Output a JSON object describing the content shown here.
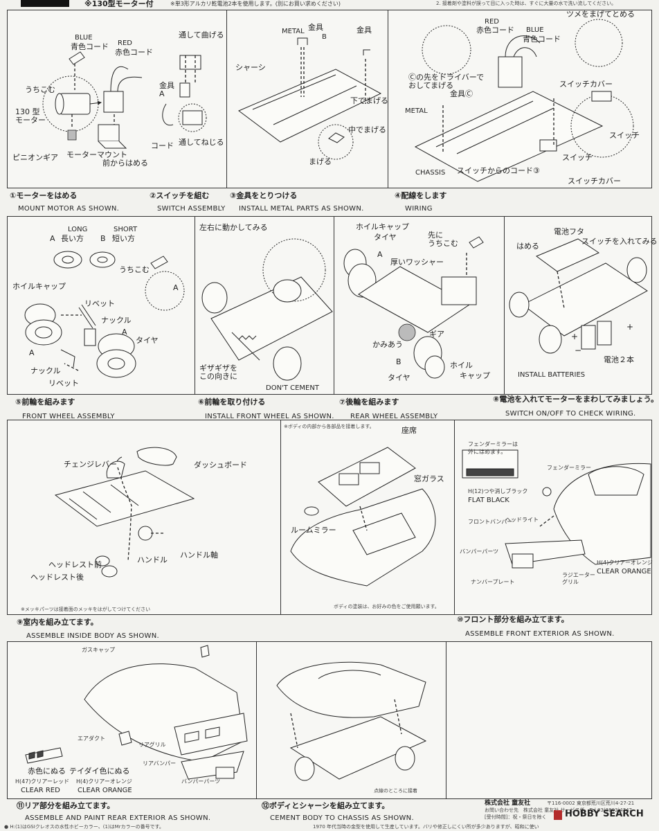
{
  "header": {
    "title": "※130型モーター付",
    "note": "※単3形アルカリ乾電池2本を使用します。(別にお買い求めください)",
    "right_note": "2. 接着剤や塗料が誤って目に入った時は、すぐに大量の水で洗い流してください。"
  },
  "steps": {
    "s1": {
      "jp": "①モーターをはめる",
      "en": "MOUNT MOTOR AS SHOWN."
    },
    "s2": {
      "jp": "②スイッチを組む",
      "en": "SWITCH ASSEMBLY"
    },
    "s3": {
      "jp": "③金具をとりつける",
      "en": "INSTALL METAL PARTS AS SHOWN."
    },
    "s4": {
      "jp": "④配線をします",
      "en": "WIRING"
    },
    "s5": {
      "jp": "⑤前輪を組みます",
      "en": "FRONT WHEEL ASSEMBLY"
    },
    "s6": {
      "jp": "⑥前輪を取り付ける",
      "en": "INSTALL FRONT WHEEL AS SHOWN."
    },
    "s7": {
      "jp": "⑦後輪を組みます",
      "en": "REAR WHEEL ASSEMBLY"
    },
    "s8": {
      "jp": "⑧電池を入れてモーターをまわしてみましょう。",
      "en": "SWITCH ON/OFF TO CHECK WIRING."
    },
    "s9": {
      "jp": "⑨室内を組み立てます。",
      "en": "ASSEMBLE INSIDE BODY AS SHOWN."
    },
    "s10": {
      "jp": "⑩フロント部分を組み立てます。",
      "en": "ASSEMBLE FRONT EXTERIOR AS SHOWN."
    },
    "s11": {
      "jp": "⑪リア部分を組み立てます。",
      "en": "ASSEMBLE AND PAINT REAR EXTERIOR AS SHOWN."
    },
    "s12": {
      "jp": "⑫ボディとシャーシを組み立てます。",
      "en": "CEMENT BODY TO CHASSIS AS SHOWN."
    }
  },
  "labels": {
    "p1": {
      "blue": "BLUE",
      "blue_jp": "青色コード",
      "red": "RED",
      "red_jp": "赤色コード",
      "uchikomu": "うちこむ",
      "motor": "130 型\nモーター",
      "pinion": "ピニオンギア",
      "mount": "モーターマウント",
      "mount2": "前からはめる"
    },
    "p2": {
      "bend": "通して曲げる",
      "kanagu_a": "金具\nA",
      "code": "コード",
      "twist": "通してねじる"
    },
    "p3": {
      "metal": "METAL",
      "kanagu": "金具",
      "b": "B",
      "kanagu2": "金具",
      "chassis": "シャーシ",
      "down": "下でまげる",
      "mid": "中でまげる",
      "bend": "まげる"
    },
    "p4": {
      "red": "RED",
      "red_jp": "赤色コード",
      "blue": "BLUE",
      "blue_jp": "青色コード",
      "tsume": "ツメをまげてとめる",
      "c_note": "Ⓒの先をドライバーで\nおしてまげる",
      "kanagu_c": "金具Ⓒ",
      "metal": "METAL",
      "switch_cover": "スイッチカバー",
      "chassis": "CHASSIS",
      "code3": "スイッチからのコード③",
      "switch": "スイッチ",
      "switch2": "スイッチ",
      "switch_cover2": "スイッチカバー"
    },
    "p5": {
      "long": "LONG",
      "long_jp": "長い方",
      "short": "SHORT",
      "short_jp": "短い方",
      "a": "A",
      "b": "B",
      "uchikomu": "うちこむ",
      "a2": "A",
      "wheelcap": "ホイルキャップ",
      "rivet": "リベット",
      "knuckle": "ナックル",
      "a3": "A",
      "tire": "タイヤ",
      "a4": "A",
      "knuckle2": "ナックル",
      "rivet2": "リベット"
    },
    "p6": {
      "move": "左右に動かしてみる",
      "gizagiza": "ギザギザを\nこの向きに",
      "dont": "DON'T CEMENT"
    },
    "p7": {
      "wheelcap": "ホイルキャップ",
      "tire": "タイヤ",
      "a": "A",
      "washer": "厚いワッシャー",
      "saki": "先に\nうちこむ",
      "gear": "ギア",
      "kamiau": "かみあう",
      "b": "B",
      "tire2": "タイヤ",
      "wheel": "ホイル",
      "cap": "キャップ"
    },
    "p8": {
      "lid": "電池フタ",
      "hameru": "はめる",
      "switch_on": "スイッチを入れてみる",
      "batt": "電池２本",
      "install": "INSTALL BATTERIES"
    },
    "p9": {
      "change": "チェンジレバー",
      "dash": "ダッシュボード",
      "handle_axis": "ハンドル軸",
      "handle": "ハンドル",
      "hr_front": "ヘッドレスト前",
      "hr_rear": "ヘッドレスト後",
      "metal_note": "※メッキパーツは接着面のメッキをはがしてつけてください"
    },
    "p9b": {
      "note": "※ボディの内部から各部品を接着します。",
      "seat": "座席",
      "glass": "窓ガラス",
      "mirror": "ルームミラー",
      "paint": "ボディの塗装は、お好みの色をご使用願います。"
    },
    "p10": {
      "fender_note": "フェンダーミラーは",
      "fender_note2": "外にはめます。",
      "black_code": "H(12)つや消しブラック",
      "black": "FLAT BLACK",
      "fender": "フェンダーミラー",
      "bumper": "フロントバンパー",
      "head": "ヘッドライト",
      "bumper_parts": "バンパーパーツ",
      "number": "ナンバープレート",
      "grill": "ラジエーター\nグリル",
      "orange_code": "H(4)クリアーオレンジ",
      "orange": "CLEAR ORANGE"
    },
    "p11": {
      "gascap": "ガスキャップ",
      "duct": "エアダクト",
      "rgrill": "リアグリル",
      "rbumper": "リアバンパー",
      "bparts": "バンパーパーツ",
      "red_paint": "赤色にぬる",
      "tail": "テイダイ色にぬる",
      "red_code": "H(47)クリアーレッド",
      "red": "CLEAR RED",
      "orange_code": "H(4)クリアーオレンジ",
      "orange": "CLEAR ORANGE"
    },
    "p12": {
      "note": "点線のところに接着"
    }
  },
  "footer": {
    "company": "株式会社 童友社",
    "zip": "〒116-0002 東京都荒川区荒川4-27-21",
    "contact": "お問い合わせ先　株式会社 童友社 サービス係　Tel.03(3803)4747",
    "hours": "[受付時間]：祝・祭日を除く",
    "bottom": "1970 年代当時の金型を使用して生産しています。バリや修正しにくい所が多少ありますが、昭和に使い",
    "notes": "● H:(1)はGSIクレオスの水性ホビーカラー、(1)はMrカラーの番号です。",
    "watermark": "HOBBY SEARCH"
  }
}
